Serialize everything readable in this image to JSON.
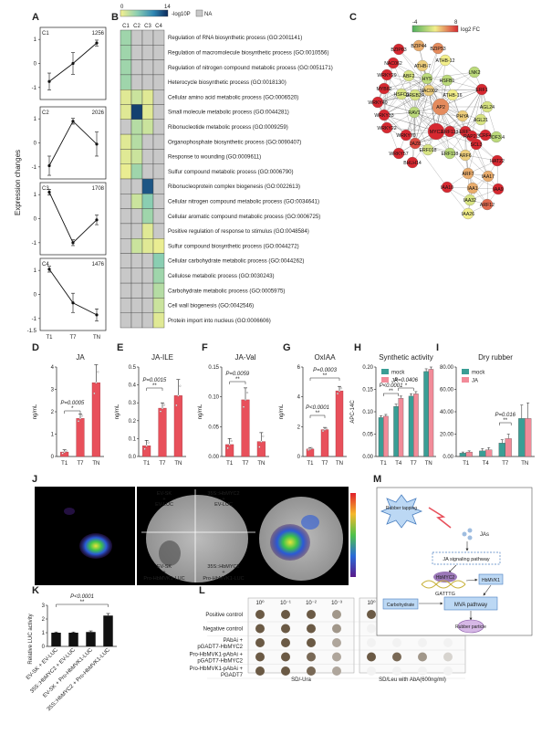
{
  "panels": {
    "A": {
      "label": "A",
      "ylabel": "Expression changes",
      "xticks": [
        "T1",
        "T7",
        "TN"
      ],
      "yticks": [
        "1",
        "0",
        "-1"
      ],
      "ytick_values": [
        1,
        0,
        -1
      ],
      "ylim": [
        -1.5,
        1.5
      ],
      "clusters": [
        {
          "name": "C1",
          "count": "1256",
          "values": [
            -0.75,
            0.0,
            0.85
          ],
          "err": [
            0.35,
            0.45,
            0.12
          ]
        },
        {
          "name": "C2",
          "count": "2026",
          "values": [
            -0.95,
            0.9,
            -0.05
          ],
          "err": [
            0.4,
            0.12,
            0.5
          ]
        },
        {
          "name": "C3",
          "count": "1708",
          "values": [
            1.1,
            -1.0,
            -0.05
          ],
          "err": [
            0.12,
            0.12,
            0.2
          ]
        },
        {
          "name": "C4",
          "count": "1476",
          "values": [
            1.05,
            -0.35,
            -0.85
          ],
          "err": [
            0.12,
            0.4,
            0.25
          ]
        }
      ]
    },
    "B": {
      "label": "B",
      "cbar_min": "0",
      "cbar_max": "14",
      "cbar_label": "-log10P",
      "na_label": "NA",
      "columns": [
        "C1",
        "C2",
        "C3",
        "C4"
      ],
      "rows": [
        {
          "term": "Regulation of RNA biosynthetic process (GO:2001141)",
          "values": [
            4,
            null,
            null,
            null
          ]
        },
        {
          "term": "Regulation of macromolecule biosynthetic process (GO:0010556)",
          "values": [
            4,
            null,
            null,
            null
          ]
        },
        {
          "term": "Regulation of nitrogen compound metabolic process (GO:0051171)",
          "values": [
            4,
            null,
            null,
            null
          ]
        },
        {
          "term": "Heterocycle biosynthetic process (GO:0018130)",
          "values": [
            4,
            null,
            null,
            null
          ]
        },
        {
          "term": "Cellular amino acid metabolic process (GO:0006520)",
          "values": [
            1,
            2,
            1,
            null
          ]
        },
        {
          "term": "Small molecule metabolic process (GO:0044281)",
          "values": [
            1,
            13,
            1,
            null
          ]
        },
        {
          "term": "Ribonucleotide metabolic process (GO:0009259)",
          "values": [
            null,
            3,
            2,
            null
          ]
        },
        {
          "term": "Organophosphate biosynthetic process (GO:0090407)",
          "values": [
            1,
            3,
            null,
            null
          ]
        },
        {
          "term": "Response to wounding (GO:0009611)",
          "values": [
            1,
            2,
            null,
            null
          ]
        },
        {
          "term": "Sulfur compound metabolic process (GO:0006790)",
          "values": [
            0.5,
            4,
            null,
            null
          ]
        },
        {
          "term": "Ribonucleoprotein complex biogenesis (GO:0022613)",
          "values": [
            null,
            null,
            12,
            null
          ]
        },
        {
          "term": "Cellular nitrogen compound metabolic process (GO:0034641)",
          "values": [
            null,
            2,
            5,
            null
          ]
        },
        {
          "term": "Cellular aromatic compound metabolic process (GO:0006725)",
          "values": [
            null,
            null,
            4,
            null
          ]
        },
        {
          "term": "Positive regulation of response to stimulus (GO:0048584)",
          "values": [
            null,
            null,
            1,
            null
          ]
        },
        {
          "term": "Sulfur compound biosynthetic process (GO:0044272)",
          "values": [
            null,
            2,
            1,
            0.5
          ]
        },
        {
          "term": "Cellular carbohydrate metabolic process (GO:0044262)",
          "values": [
            null,
            null,
            null,
            5
          ]
        },
        {
          "term": "Cellulose metabolic process (GO:0030243)",
          "values": [
            null,
            null,
            null,
            4
          ]
        },
        {
          "term": "Carbohydrate metabolic process (GO:0005975)",
          "values": [
            null,
            null,
            null,
            3
          ]
        },
        {
          "term": "Cell wall biogenesis (GO:0042546)",
          "values": [
            null,
            null,
            null,
            2
          ]
        },
        {
          "term": "Protein import into nucleus (GO:0006606)",
          "values": [
            null,
            null,
            null,
            1
          ]
        }
      ]
    },
    "C": {
      "label": "C",
      "cbar_min": "-4",
      "cbar_max": "8",
      "cbar_label": "log2 FC",
      "nodes": [
        {
          "name": "BZIP44",
          "fc": 4
        },
        {
          "name": "BZIP53",
          "fc": 5
        },
        {
          "name": "BZIP63",
          "fc": 8
        },
        {
          "name": "ATHB-12",
          "fc": 2
        },
        {
          "name": "NAC062",
          "fc": 8
        },
        {
          "name": "ATHB-7",
          "fc": 3
        },
        {
          "name": "WRKY29",
          "fc": 8
        },
        {
          "name": "ABF2",
          "fc": 1
        },
        {
          "name": "HYS",
          "fc": 0
        },
        {
          "name": "LNK2",
          "fc": 0
        },
        {
          "name": "MYB62",
          "fc": 8
        },
        {
          "name": "HSFB1",
          "fc": 0
        },
        {
          "name": "NAC002",
          "fc": 3
        },
        {
          "name": "ERF1",
          "fc": 8
        },
        {
          "name": "ATHB-16",
          "fc": 2
        },
        {
          "name": "WRKY40",
          "fc": 8
        },
        {
          "name": "HSFC1",
          "fc": 1
        },
        {
          "name": "DREB2A",
          "fc": 1
        },
        {
          "name": "AP2",
          "fc": 5
        },
        {
          "name": "AGL24",
          "fc": 1
        },
        {
          "name": "WRKY33",
          "fc": 8
        },
        {
          "name": "RAV1",
          "fc": 0
        },
        {
          "name": "MYC2",
          "fc": 8
        },
        {
          "name": "PHYA",
          "fc": 3
        },
        {
          "name": "WRKY22",
          "fc": 8
        },
        {
          "name": "AGL21",
          "fc": 1
        },
        {
          "name": "WRKY70",
          "fc": 8
        },
        {
          "name": "ERF2",
          "fc": 8
        },
        {
          "name": "ERF113",
          "fc": 8
        },
        {
          "name": "RAP2.3",
          "fc": 8
        },
        {
          "name": "DOF3.4",
          "fc": 0
        },
        {
          "name": "CRF4",
          "fc": 8
        },
        {
          "name": "SCL3",
          "fc": 8
        },
        {
          "name": "JAZ8",
          "fc": 7
        },
        {
          "name": "ERF018",
          "fc": 1
        },
        {
          "name": "WRKY57",
          "fc": 8
        },
        {
          "name": "ERF118",
          "fc": 0
        },
        {
          "name": "BHLH14",
          "fc": 8
        },
        {
          "name": "ARF6",
          "fc": 3
        },
        {
          "name": "HAT22",
          "fc": 8
        },
        {
          "name": "ARF7",
          "fc": 4
        },
        {
          "name": "IAA17",
          "fc": 4
        },
        {
          "name": "IAA1",
          "fc": 4
        },
        {
          "name": "IAA10",
          "fc": 8
        },
        {
          "name": "IAA32",
          "fc": 1
        },
        {
          "name": "IAA26",
          "fc": 2
        },
        {
          "name": "ARF12",
          "fc": 6
        },
        {
          "name": "IAA9",
          "fc": 8
        }
      ]
    },
    "D": {
      "label": "D",
      "title": "JA",
      "ylabel": "ng/mL",
      "yticks": [
        "0",
        "1",
        "2",
        "3",
        "4"
      ],
      "ylim": [
        0,
        4
      ],
      "categories": [
        "T1",
        "T7",
        "TN"
      ],
      "values": [
        0.2,
        1.7,
        3.3
      ],
      "err": [
        0.1,
        0.2,
        0.8
      ],
      "pvalue": "P=0.0005",
      "stars": [
        "*"
      ]
    },
    "E": {
      "label": "E",
      "title": "JA-ILE",
      "ylabel": "ng/mL",
      "yticks": [
        "0.0",
        "0.1",
        "0.2",
        "0.3",
        "0.4",
        "0.5"
      ],
      "ylim": [
        0,
        0.5
      ],
      "categories": [
        "T1",
        "T7",
        "TN"
      ],
      "values": [
        0.06,
        0.27,
        0.34
      ],
      "err": [
        0.03,
        0.03,
        0.09
      ],
      "pvalue": "P=0.0015",
      "stars": [
        "**"
      ]
    },
    "F": {
      "label": "F",
      "title": "JA-Val",
      "ylabel": "ng/mL",
      "yticks": [
        "0.00",
        "0.05",
        "0.10",
        "0.15"
      ],
      "ylim": [
        0,
        0.15
      ],
      "categories": [
        "T1",
        "T7",
        "TN"
      ],
      "values": [
        0.02,
        0.095,
        0.025
      ],
      "err": [
        0.01,
        0.02,
        0.015
      ],
      "pvalue": "P=0.0059",
      "stars": [
        "**"
      ]
    },
    "G": {
      "label": "G",
      "title": "OxIAA",
      "ylabel": "ng/mL",
      "yticks": [
        "0",
        "2",
        "4",
        "6"
      ],
      "ylim": [
        0,
        6
      ],
      "categories": [
        "T1",
        "T7",
        "TN"
      ],
      "values": [
        0.5,
        1.8,
        4.4
      ],
      "err": [
        0.1,
        0.15,
        0.3
      ],
      "pvalue_top": "P=0.0003",
      "pvalue_bottom": "P<0.0001",
      "stars": [
        "**",
        "**"
      ]
    },
    "H": {
      "label": "H",
      "title": "Synthetic activity",
      "ylabel": "APC-14C",
      "yticks": [
        "0.00",
        "0.05",
        "0.10",
        "0.15",
        "0.20"
      ],
      "ylim": [
        0,
        0.2
      ],
      "categories": [
        "T1",
        "T4",
        "T7",
        "TN"
      ],
      "series": [
        {
          "name": "mock",
          "values": [
            0.087,
            0.112,
            0.135,
            0.19
          ],
          "err": [
            0.004,
            0.005,
            0.005,
            0.006
          ]
        },
        {
          "name": "JA",
          "values": [
            0.09,
            0.13,
            0.14,
            0.195
          ],
          "err": [
            0.004,
            0.005,
            0.005,
            0.005
          ]
        }
      ],
      "pvalues": [
        "P<0.0001",
        "P=0.0406"
      ],
      "stars": [
        "**",
        "*"
      ]
    },
    "I": {
      "label": "I",
      "title": "Dry rubber",
      "ylabel": "",
      "yticks": [
        "0.00",
        "20.00",
        "40.00",
        "60.00",
        "80.00"
      ],
      "ylim": [
        0,
        80
      ],
      "categories": [
        "T1",
        "T4",
        "T7",
        "TN"
      ],
      "series": [
        {
          "name": "mock",
          "values": [
            3,
            5,
            12,
            34
          ],
          "err": [
            1,
            2,
            3,
            12
          ]
        },
        {
          "name": "JA",
          "values": [
            4,
            6,
            16,
            34
          ],
          "err": [
            1,
            2,
            4,
            14
          ]
        }
      ],
      "pvalue": "P=0.016",
      "stars": [
        "**"
      ]
    },
    "J": {
      "label": "J",
      "top_left_line1": "EV-SK",
      "top_left_line2": "+",
      "top_left_line3": "EV-LUC",
      "top_right_line1": "35S::HbMYC2",
      "top_right_line2": "+",
      "top_right_line3": "EV-LUC",
      "bot_left_line1": "EV-SK",
      "bot_left_line2": "+",
      "bot_left_line3": "Pro-HbMVK1-LUC",
      "bot_right_line1": "35S::HbMYC2",
      "bot_right_line2": "+",
      "bot_right_line3": "Pro-HbMVK1-LUC"
    },
    "K": {
      "label": "K",
      "ylabel": "Relative LUC activity",
      "yticks": [
        "0",
        "1",
        "2",
        "3"
      ],
      "ylim": [
        0,
        3
      ],
      "categories": [
        "EV-SK + EV-LUC",
        "35S::HbMYC2 + EV-LUC",
        "EV-SK + Pro-HbMVK1-LUC",
        "35S::HbMYC2 + Pro-HbMVK1-LUC"
      ],
      "values": [
        1.0,
        1.0,
        1.05,
        2.25
      ],
      "err": [
        0.05,
        0.05,
        0.08,
        0.15
      ],
      "pvalue": "P<0.0001",
      "stars": [
        "**"
      ]
    },
    "L": {
      "label": "L",
      "dilutions": [
        "10⁰",
        "10⁻¹",
        "10⁻²",
        "10⁻³"
      ],
      "rows": [
        "Positive control",
        "Negative control",
        "PAbAi + pGADT7-HbMYC2",
        "Pro-HbMVK1-pAbAi + pGADT7-HbMYC2",
        "Pro-HbMVK1-pAbAi + PGADT7"
      ],
      "left_media": "SD/-Ura",
      "right_media": "SD/Leu with AbA(600ng/ml)"
    },
    "M": {
      "label": "M",
      "rubber_tapping": "Rubber tapping",
      "jas": "JAs",
      "ja_pathway": "JA signaling pathway",
      "hbmyc2": "HbMYC2",
      "hbmvk1": "HbMVK1",
      "motif": "GATTTG",
      "carbohydrate": "Carbohydrate",
      "mva": "MVA pathway",
      "rubber_particle": "Rubber particle"
    }
  },
  "colors": {
    "red": "#e8505b",
    "teal": "#3a9e95",
    "pink": "#f28b99",
    "node_low": "#4dae5b",
    "node_mid": "#f2ee8a",
    "node_high": "#d62830",
    "heat_low": "#f5f08e",
    "heat_high": "#0c2a5b",
    "na": "#c8c8c8"
  }
}
